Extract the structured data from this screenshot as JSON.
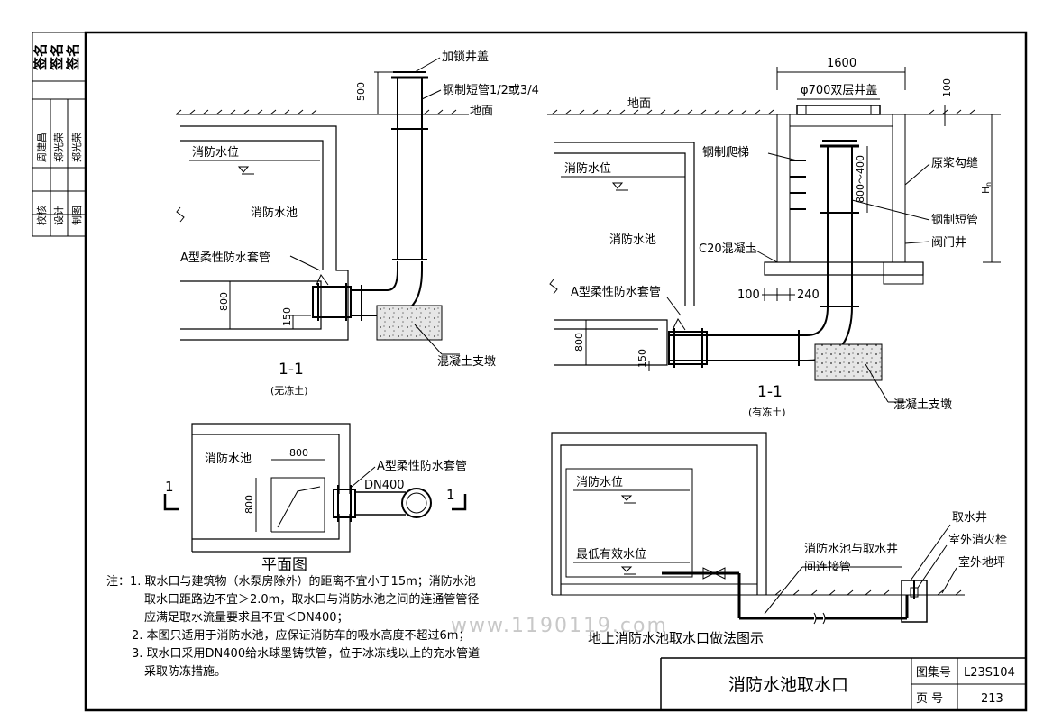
{
  "side_table": {
    "rows": [
      {
        "role": "校核",
        "name": "周建昌"
      },
      {
        "role": "设计",
        "name": "郑光荣"
      },
      {
        "role": "制图",
        "name": "郑光荣"
      }
    ]
  },
  "top_left": {
    "locked_cover": "加锁井盖",
    "steel_short_pipe": "钢制短管1/2或3/4",
    "ground": "地面",
    "dim_500": "500",
    "fire_water_level": "消防水位",
    "fire_pool": "消防水池",
    "sleeve": "A型柔性防水套管",
    "dim_800": "800",
    "dim_150": "150",
    "support": "混凝土支墩",
    "section": "1-1",
    "section_sub": "(无冻土)"
  },
  "top_right": {
    "dim_1600": "1600",
    "cover": "φ700双层井盖",
    "dim_100": "100",
    "ground": "地面",
    "ladder": "钢制爬梯",
    "fire_water_level": "消防水位",
    "grout": "原浆勾缝",
    "dim_800_400": "800～400",
    "hn": "H",
    "hn_sub": "n",
    "short_pipe": "钢制短管",
    "valve_well": "阀门井",
    "fire_pool": "消防水池",
    "concrete": "C20混凝土",
    "dim_100b": "100",
    "dim_240": "240",
    "sleeve": "A型柔性防水套管",
    "dim_800": "800",
    "dim_150": "150",
    "support": "混凝土支墩",
    "section": "1-1",
    "section_sub": "(有冻土)"
  },
  "plan": {
    "fire_pool": "消防水池",
    "dim_800": "800",
    "dim_800v": "800",
    "sleeve": "A型柔性防水套管",
    "dn": "DN400",
    "cut_left": "1",
    "cut_right": "1",
    "title": "平面图"
  },
  "ground_diagram": {
    "fire_water_level": "消防水位",
    "min_level": "最低有效水位",
    "intake_well": "取水井",
    "outdoor_hydrant": "室外消火栓",
    "outdoor_ground": "室外地坪",
    "connect_pipe_1": "消防水池与取水井",
    "connect_pipe_2": "间连接管",
    "title": "地上消防水池取水口做法图示"
  },
  "notes": {
    "prefix": "注：",
    "lines": [
      "1. 取水口与建筑物（水泵房除外）的距离不宜小于15m；消防水池",
      "取水口距路边不宜＞2.0m，取水口与消防水池之间的连通管管径",
      "应满足取水流量要求且不宜＜DN400；",
      "2. 本图只适用于消防水池，应保证消防车的吸水高度不超过6m；",
      "3. 取水口采用DN400给水球墨铸铁管，位于冰冻线以上的充水管道",
      "采取防冻措施。"
    ]
  },
  "watermark": "www.1190119.com",
  "title_block": {
    "title": "消防水池取水口",
    "atlas_label": "图集号",
    "atlas_no": "L23S104",
    "page_label": "页  号",
    "page_no": "213"
  }
}
